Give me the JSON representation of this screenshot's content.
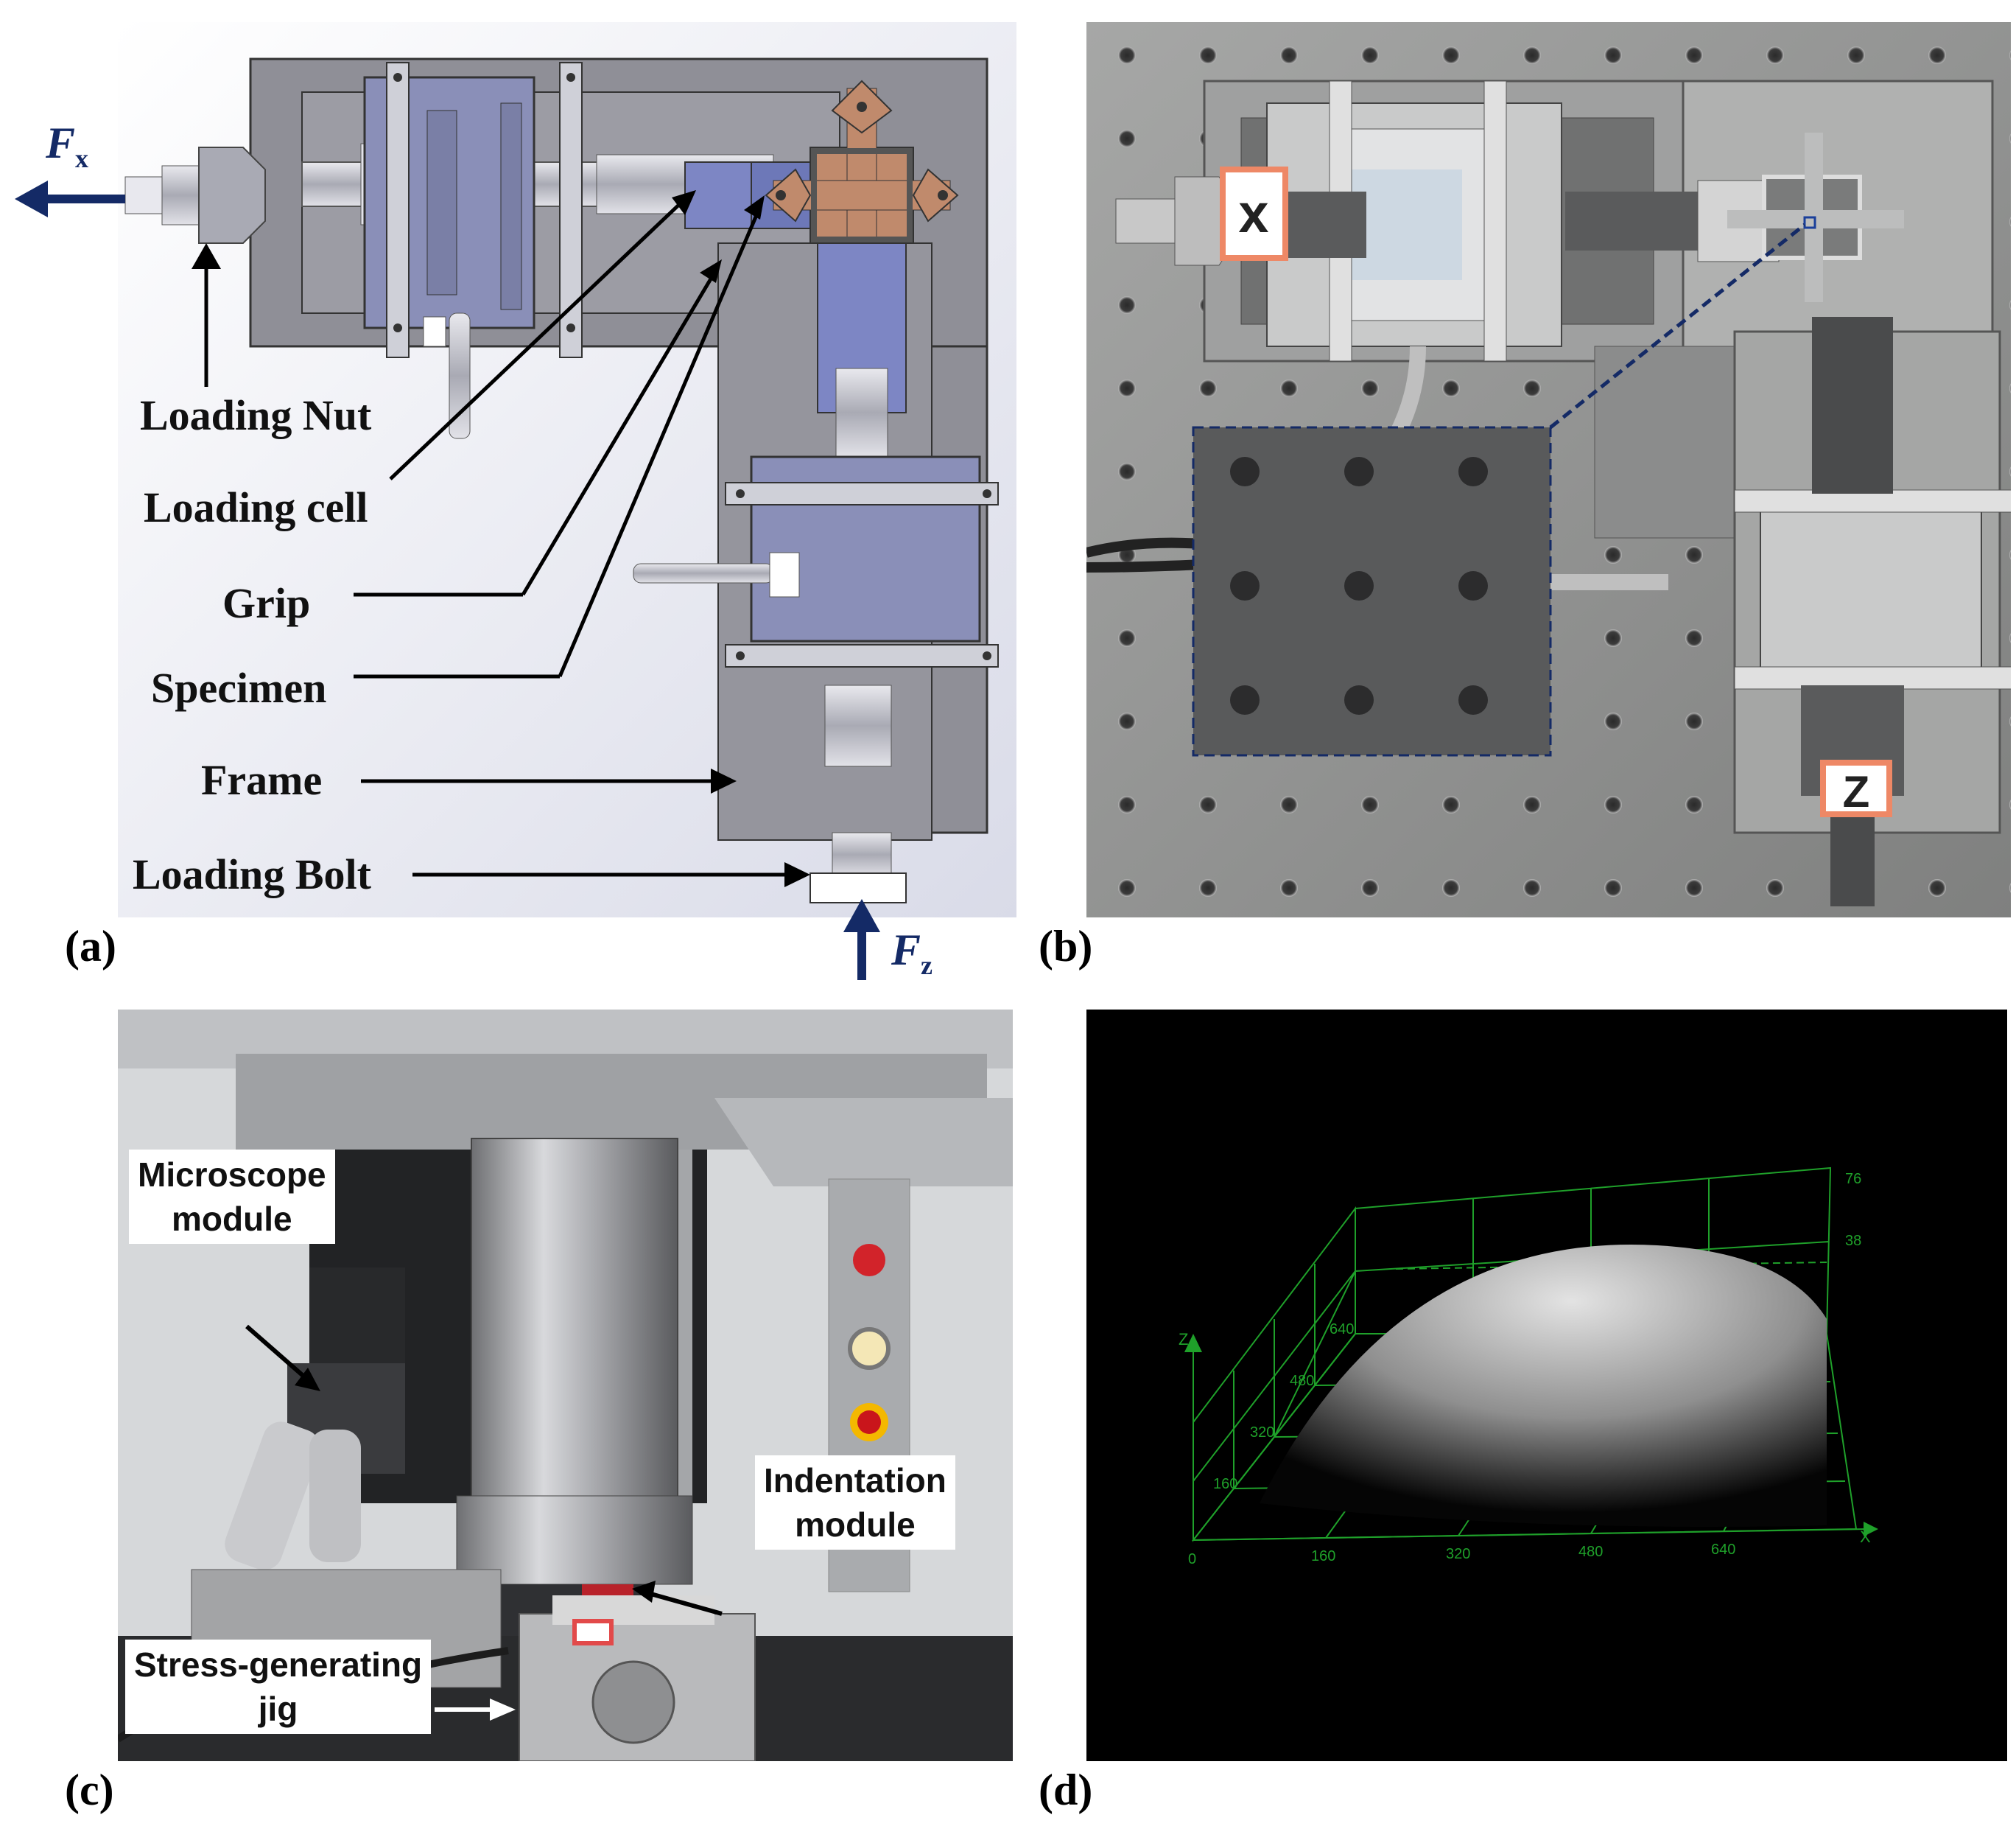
{
  "panel_labels": {
    "a": "(a)",
    "b": "(b)",
    "c": "(c)",
    "d": "(d)"
  },
  "panel_a": {
    "force_x": {
      "symbol": "F",
      "sub": "x"
    },
    "force_z": {
      "symbol": "F",
      "sub": "z"
    },
    "labels": {
      "loading_nut": "Loading Nut",
      "loading_cell": "Loading cell",
      "grip": "Grip",
      "specimen": "Specimen",
      "frame": "Frame",
      "loading_bolt": "Loading Bolt"
    }
  },
  "panel_b": {
    "tag_x": "x",
    "tag_z": "Z"
  },
  "panel_c": {
    "labels": {
      "microscope": "Microscope\nmodule",
      "indentation": "Indentation\nmodule",
      "jig": "Stress-generating\njig"
    }
  },
  "panel_d": {
    "axis_x": "X",
    "axis_z": "Z",
    "x_ticks": [
      "0",
      "160",
      "320",
      "480",
      "640"
    ],
    "y_ticks": [
      "160",
      "320",
      "480",
      "640"
    ],
    "z_ticks": [
      "38",
      "76"
    ]
  },
  "colors": {
    "force_arrow": "#142a66",
    "grid_green": "#1fa02a",
    "specimen_copper": "#c08a6c"
  }
}
